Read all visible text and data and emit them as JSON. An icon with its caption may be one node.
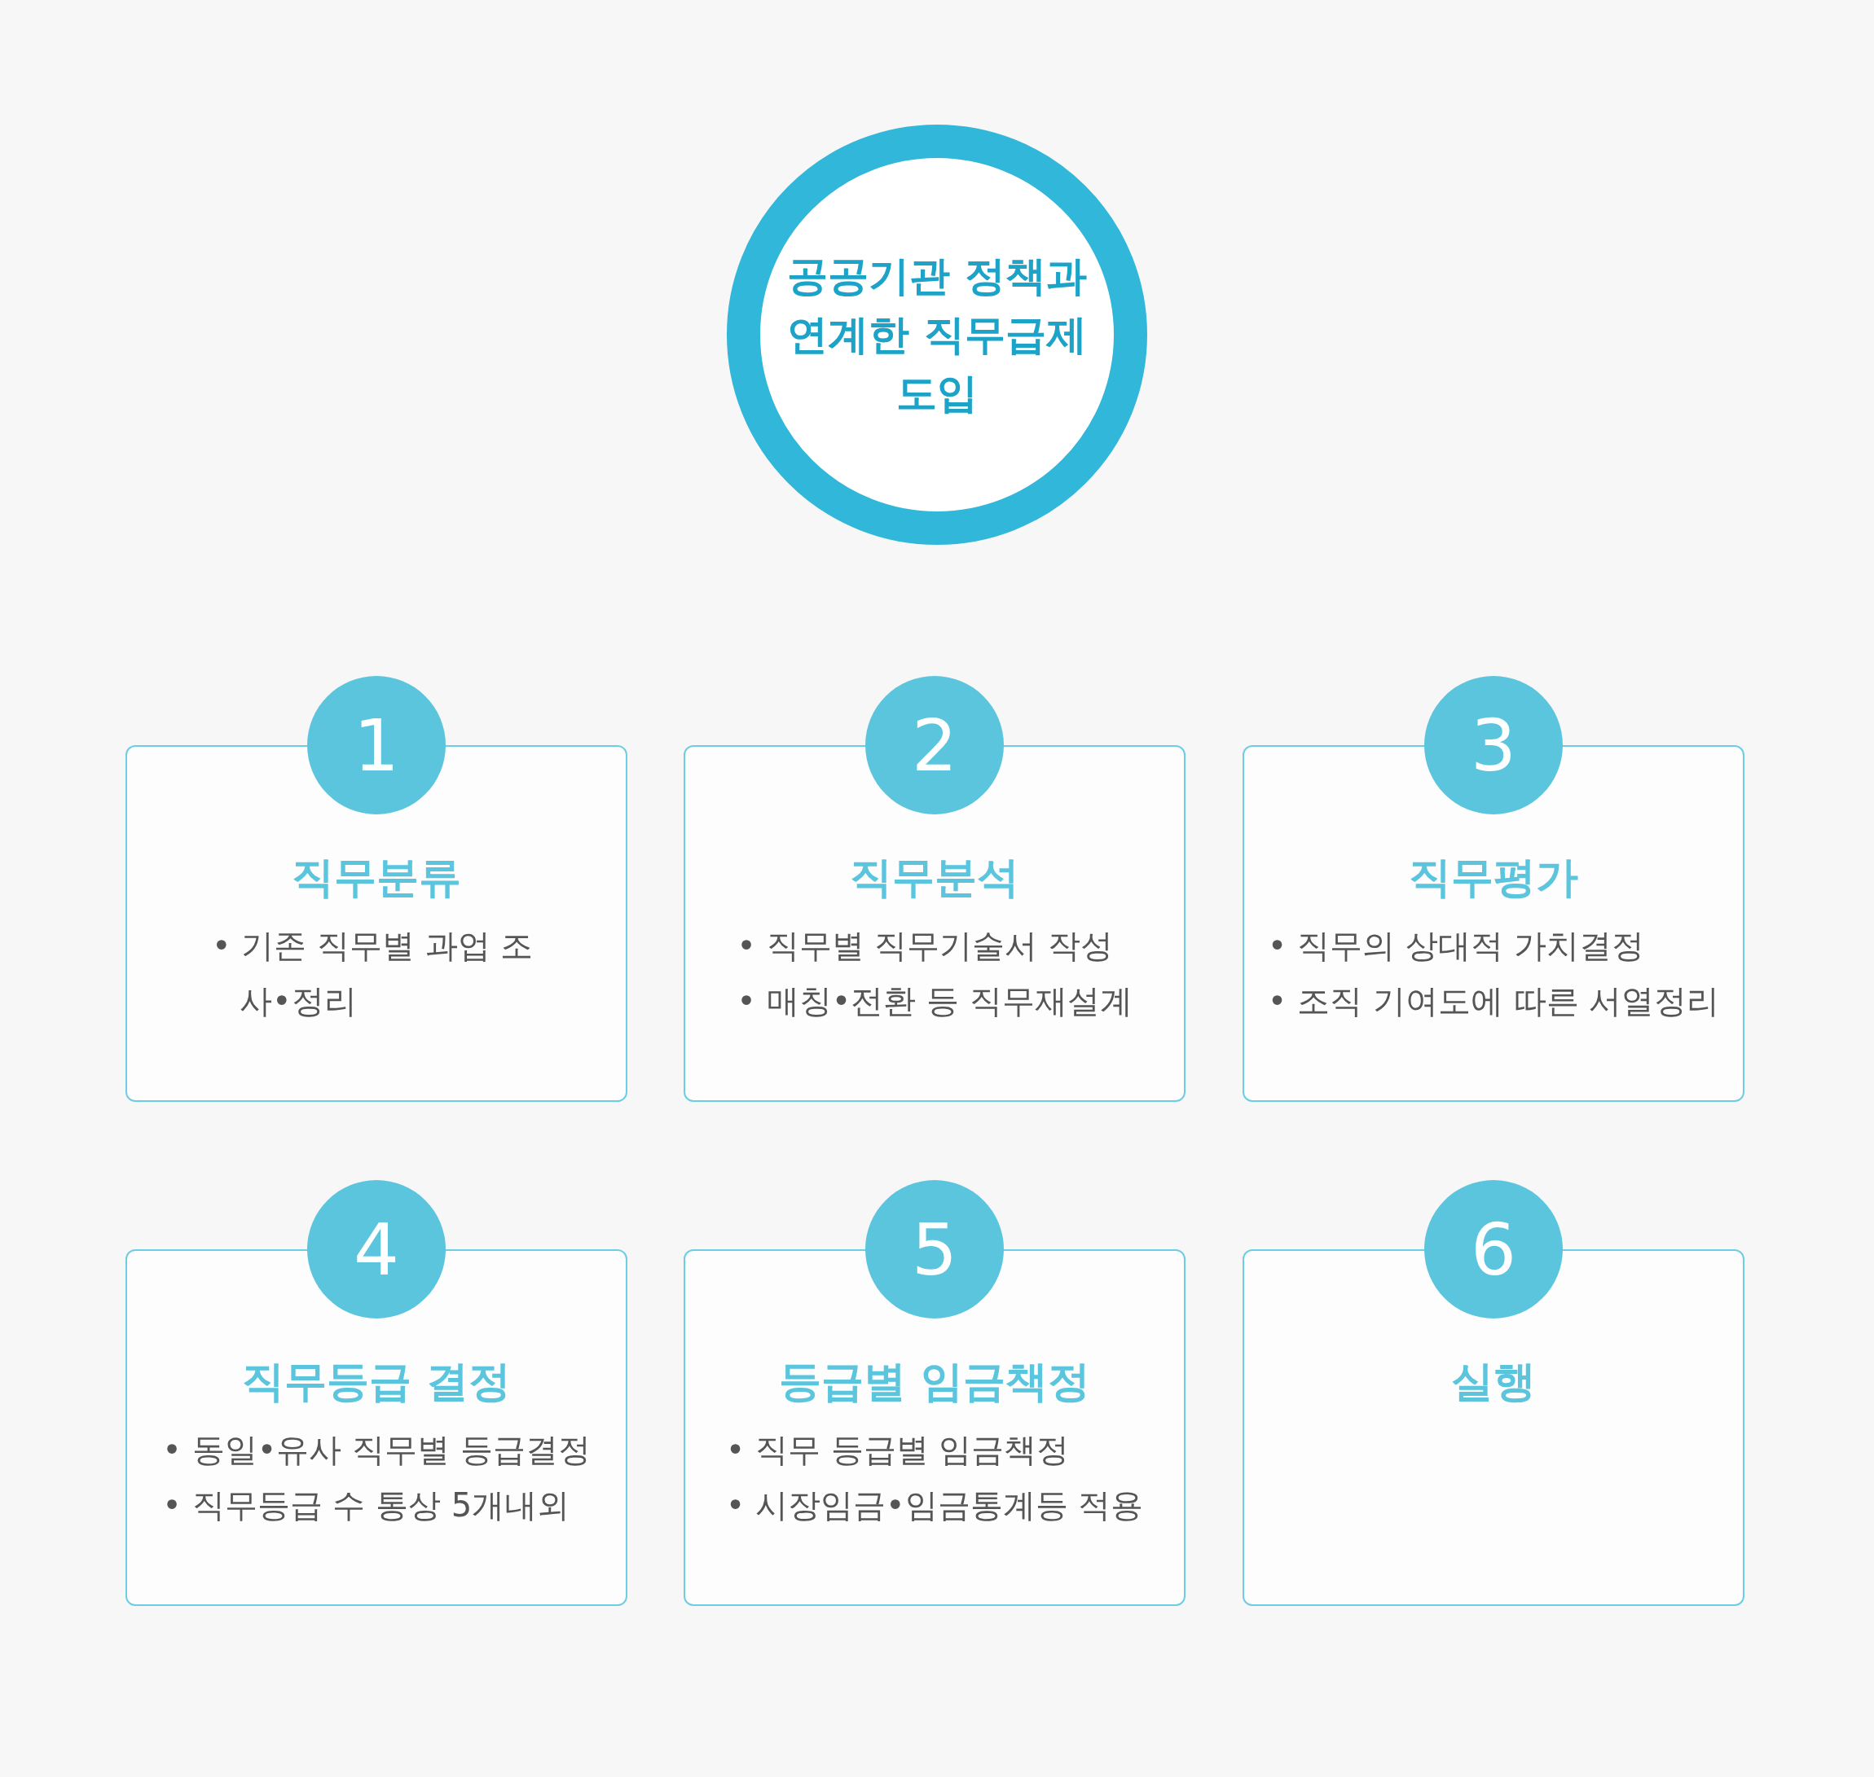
{
  "diagram": {
    "nodes": [
      {
        "text": [
          "공공기관 정책과 연계한 직무급제 도입"
        ]
      },
      {
        "text": [
          "1"
        ]
      },
      {
        "text": [
          "직무분류",
          "• 기존 직무별 과업 조사•정리"
        ]
      },
      {
        "text": [
          "2"
        ]
      },
      {
        "text": [
          "직무분석",
          "• 직무별 직무기술서 작성",
          "• 매칭•전환 등 직무재설계"
        ]
      },
      {
        "text": [
          "3"
        ]
      },
      {
        "text": [
          "직무평가",
          "• 직무의 상대적 가치결정",
          "• 조직 기여도에 따른 서열정리"
        ]
      },
      {
        "text": [
          "4"
        ]
      },
      {
        "text": [
          "직무등급 결정",
          "• 동일•유사 직무별 등급결정",
          "• 직무등급 수 통상 5개내외"
        ]
      },
      {
        "text": [
          "5"
        ]
      },
      {
        "text": [
          "등급별 임금책정",
          "• 직무 등급별 임금책정",
          "• 시장임금•임금통계등 적용"
        ]
      },
      {
        "text": [
          "6"
        ]
      },
      {
        "text": [
          "실행"
        ]
      }
    ],
    "edges": []
  }
}
